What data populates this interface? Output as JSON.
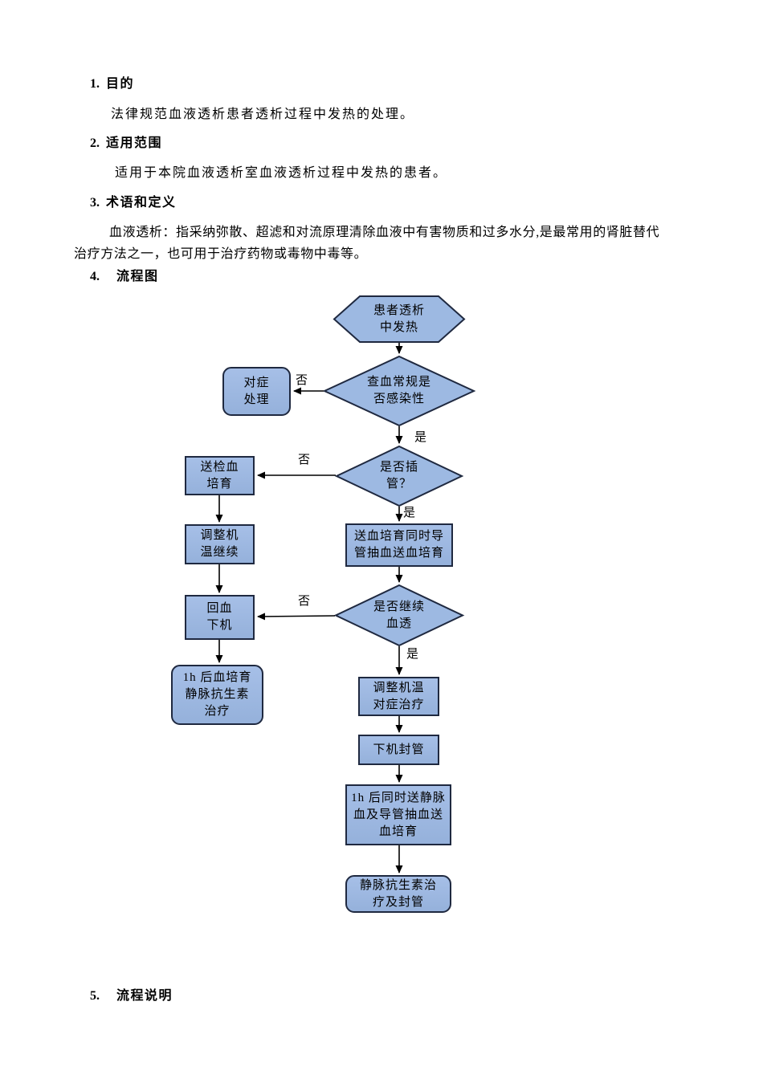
{
  "document": {
    "sections": [
      {
        "number": "1.",
        "title": "目的",
        "body": "法律规范血液透析患者透析过程中发热的处理。"
      },
      {
        "number": "2.",
        "title": "适用范围",
        "body": "适用于本院血液透析室血液透析过程中发热的患者。"
      },
      {
        "number": "3.",
        "title": "术语和定义",
        "body_line1": "血液透析：指采纳弥散、超滤和对流原理清除血液中有害物质和过多水分,是最常用的肾脏替代",
        "body_line2": "治疗方法之一，也可用于治疗药物或毒物中毒等。"
      },
      {
        "number": "4.",
        "title": "流程图"
      },
      {
        "number": "5.",
        "title": "流程说明"
      }
    ]
  },
  "flowchart": {
    "nodes": {
      "start": "患者透析\n中发热",
      "check_infection": "查血常规是\n否感染性",
      "symptomatic_treatment": "对症\n处理",
      "is_catheterized": "是否插\n管？",
      "send_blood_culture": "送检血\n培育",
      "adjust_temp_continue": "调整机\n温继续",
      "send_culture_catheter": "送血培育同时导\n管抽血送血培育",
      "continue_dialysis": "是否继续\n血透",
      "return_blood_off": "回血\n下机",
      "culture_iv_antibiotics": "1h 后血培育\n静脉抗生素\n治疗",
      "adjust_temp_treat": "调整机温\n对症治疗",
      "off_machine_seal": "下机封管",
      "send_vein_catheter_culture": "1h 后同时送静脉\n血及导管抽血送\n血培育",
      "iv_antibiotics_seal": "静脉抗生素治\n疗及封管"
    },
    "edge_labels": {
      "yes": "是",
      "no": "否"
    },
    "colors": {
      "node_fill": "#9DB9E2",
      "node_border": "#1F2940",
      "arrow": "#000000",
      "text": "#000000"
    }
  }
}
